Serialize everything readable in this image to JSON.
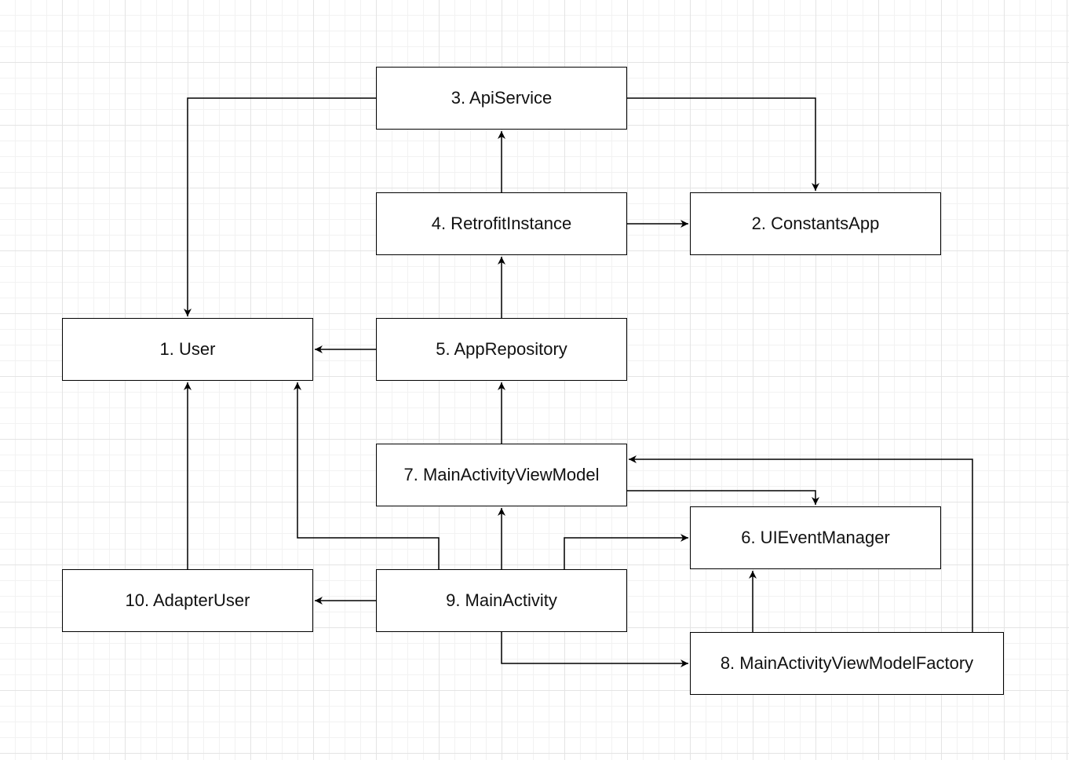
{
  "diagram": {
    "nodes": {
      "api_service": "3. ApiService",
      "retrofit_instance": "4. RetrofitInstance",
      "constants_app": "2. ConstantsApp",
      "user": "1. User",
      "app_repository": "5. AppRepository",
      "main_activity_view_model": "7. MainActivityViewModel",
      "ui_event_manager": "6. UIEventManager",
      "adapter_user": "10. AdapterUser",
      "main_activity": "9. MainActivity",
      "main_activity_view_model_factory": "8. MainActivityViewModelFactory"
    },
    "edges": [
      {
        "from": "api_service",
        "to": "user"
      },
      {
        "from": "api_service",
        "to": "constants_app"
      },
      {
        "from": "retrofit_instance",
        "to": "api_service"
      },
      {
        "from": "retrofit_instance",
        "to": "constants_app"
      },
      {
        "from": "app_repository",
        "to": "retrofit_instance"
      },
      {
        "from": "app_repository",
        "to": "user"
      },
      {
        "from": "main_activity_view_model",
        "to": "app_repository"
      },
      {
        "from": "main_activity_view_model",
        "to": "ui_event_manager"
      },
      {
        "from": "main_activity",
        "to": "main_activity_view_model"
      },
      {
        "from": "main_activity",
        "to": "user"
      },
      {
        "from": "main_activity",
        "to": "ui_event_manager"
      },
      {
        "from": "main_activity",
        "to": "adapter_user"
      },
      {
        "from": "main_activity",
        "to": "main_activity_view_model_factory"
      },
      {
        "from": "adapter_user",
        "to": "user"
      },
      {
        "from": "main_activity_view_model_factory",
        "to": "ui_event_manager"
      },
      {
        "from": "main_activity_view_model_factory",
        "to": "main_activity_view_model"
      }
    ],
    "colors": {
      "stroke": "#000000",
      "node_fill": "#ffffff",
      "grid_major": "#e4e4e4",
      "grid_minor": "#f2f2f2"
    }
  }
}
